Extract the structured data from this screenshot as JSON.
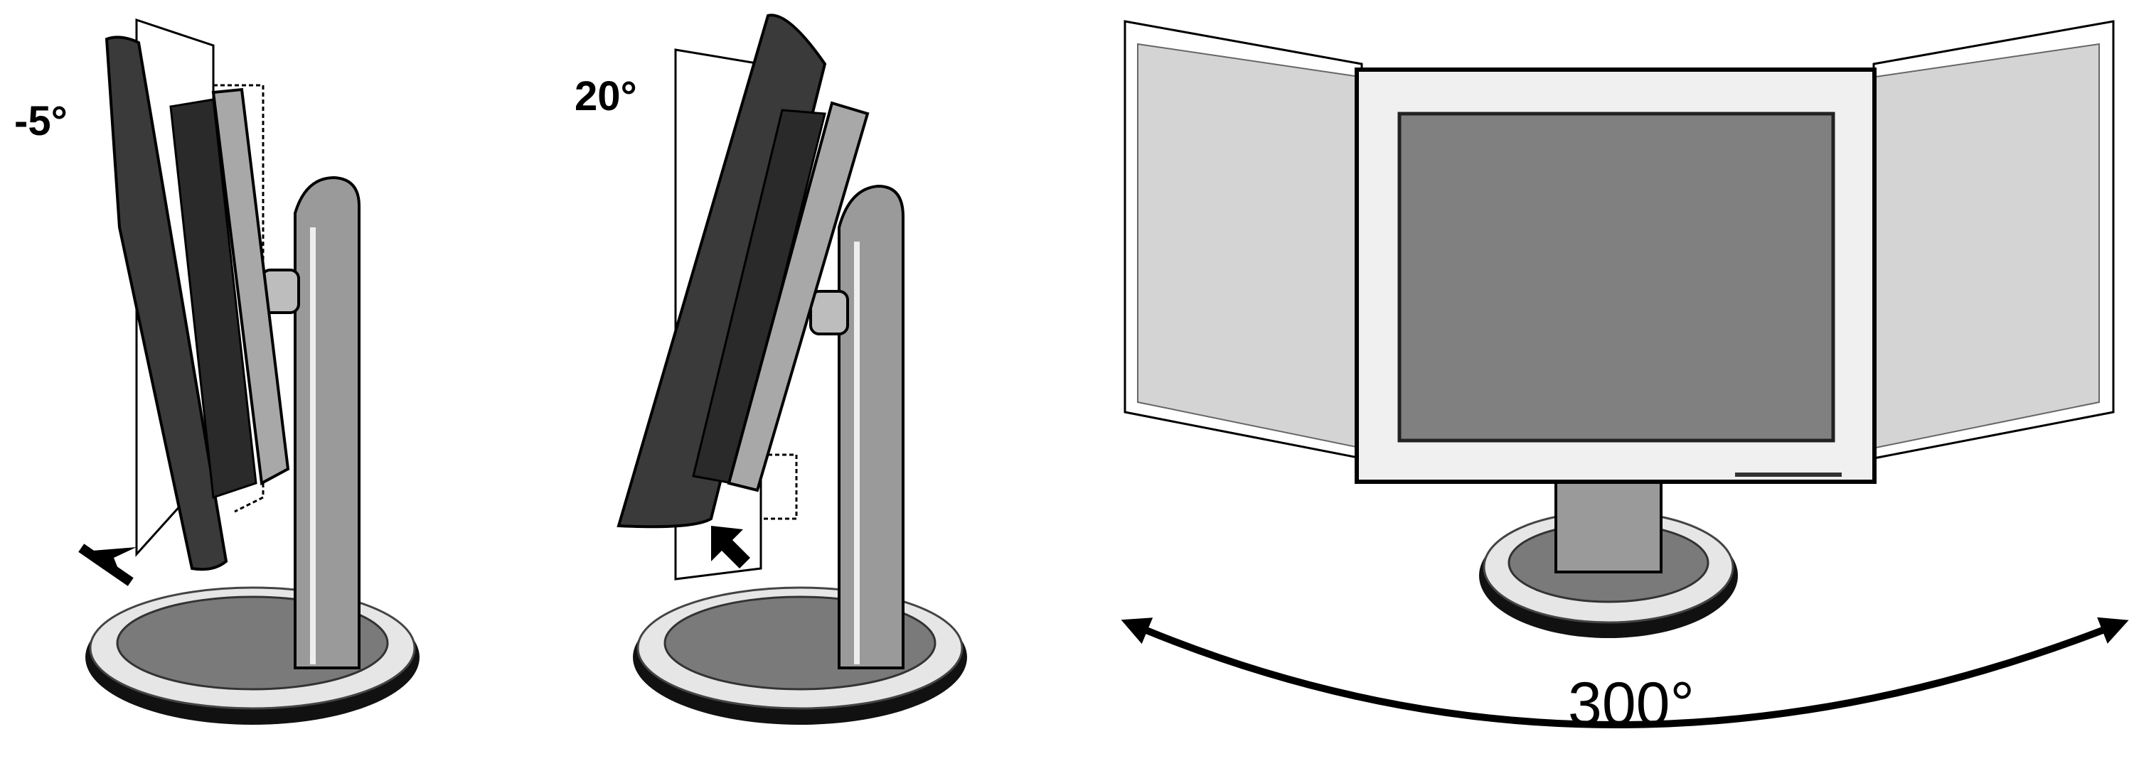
{
  "diagram": {
    "tilt_forward": {
      "label": "-5°"
    },
    "tilt_back": {
      "label": "20°"
    },
    "swivel": {
      "label": "300°"
    }
  },
  "colors": {
    "bezel_dark": "#3a3a3a",
    "bezel_light": "#f0f0f0",
    "screen": "#808080",
    "panel_ghost": "#d4d4d4",
    "stand": "#9a9a9a",
    "base": "#7a7a7a",
    "outline": "#000000"
  },
  "icons": [
    "tilt-arrow-icon",
    "swivel-arrow-icon"
  ]
}
